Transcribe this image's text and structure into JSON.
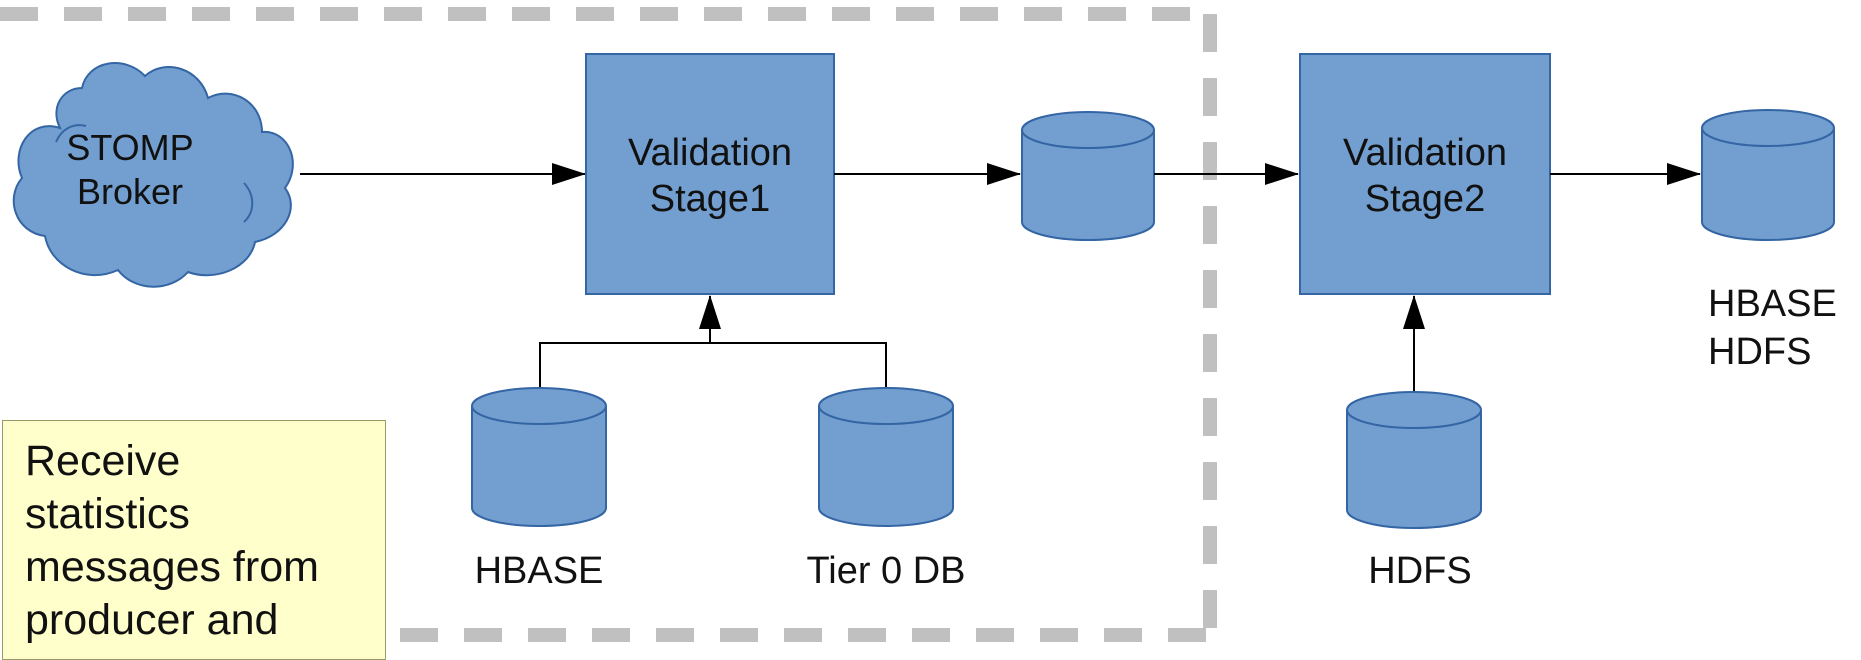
{
  "colors": {
    "node_fill": "#729fcf",
    "node_stroke": "#3465a4",
    "dashed_border": "#c0c0c0",
    "note_fill": "#ffffcc",
    "arrow": "#000000"
  },
  "cloud": {
    "line1": "STOMP",
    "line2": "Broker",
    "icon": "cloud-icon"
  },
  "stage1": {
    "line1": "Validation",
    "line2": "Stage1"
  },
  "stage2": {
    "line1": "Validation",
    "line2": "Stage2"
  },
  "db_labels": {
    "hbase": "HBASE",
    "tier0": "Tier 0 DB",
    "hdfs": "HDFS",
    "output_line1": "HBASE",
    "output_line2": "HDFS"
  },
  "note": {
    "line1": "Receive",
    "line2": "statistics",
    "line3": "messages from",
    "line4": "producer and"
  }
}
